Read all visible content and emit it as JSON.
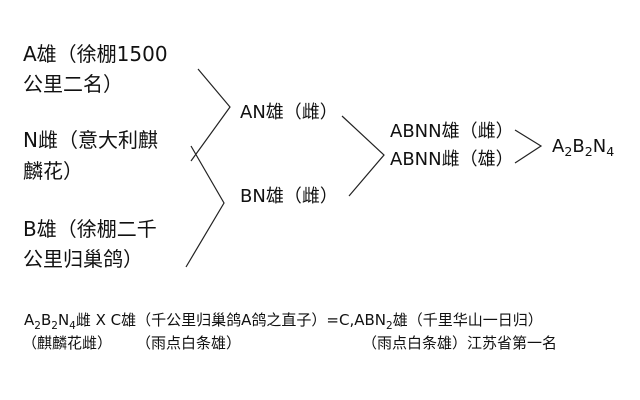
{
  "parents": [
    {
      "line1": "A雄（徐棚1500",
      "line2": "公里二名）"
    },
    {
      "line1": "N雌（意大利麒",
      "line2": "麟花）"
    },
    {
      "line1": "B雄（徐棚二千",
      "line2": "公里归巢鸽）"
    }
  ],
  "offspring_gen1": [
    "AN雄（雌）",
    "BN雄（雌）"
  ],
  "offspring_gen2": [
    "ABNN雄（雌）",
    "ABNN雌（雄）"
  ],
  "result": {
    "a": "A",
    "a_sub": "2",
    "b": "B",
    "b_sub": "2",
    "n": "N",
    "n_sub": "4"
  },
  "bottom": {
    "line1": {
      "a": "A",
      "a_sub": "2",
      "b": "B",
      "b_sub": "2",
      "n": "N",
      "n_sub": "4",
      "rest1": "雌 X C雄（千公里归巢鸽A鸽之直子）=C,ABN",
      "rest_sub": "2",
      "rest2": "雄（千里华山一日归）"
    },
    "line2": {
      "col1": "（麒麟花雌）",
      "col2": "（雨点白条雄）",
      "col3": "（雨点白条雄）江苏省第一名"
    }
  }
}
